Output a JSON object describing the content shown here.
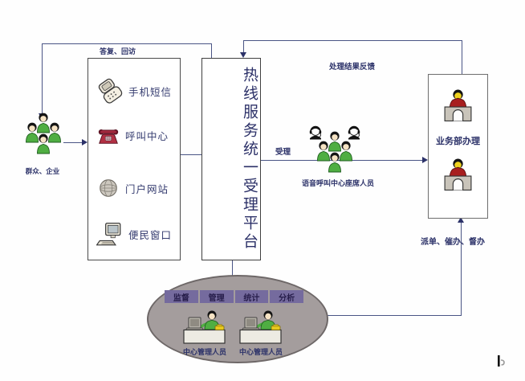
{
  "platform": {
    "title": "热线服务统一受理平台"
  },
  "crowd": {
    "label": "群众、企业"
  },
  "channels": [
    "手机短信",
    "呼叫中心",
    "门户网站",
    "便民窗口"
  ],
  "agents": {
    "label": "语音呼叫中心座席人员"
  },
  "business": {
    "label": "业务部办理"
  },
  "center": {
    "tabs": [
      "监督",
      "管理",
      "统计",
      "分析"
    ],
    "manager1": "中心管理人员",
    "manager2": "中心管理人员"
  },
  "flows": {
    "reply": "答复、回访",
    "feedback": "处理结果反馈",
    "accept": "受理",
    "dispatch": "派单、催办、督办"
  },
  "colors": {
    "line": "#4a5585",
    "text": "#2c3269",
    "green": "#4fae42",
    "purple": "#756b9e",
    "ellipse_gray": "#a49d9d",
    "red": "#a81f1f",
    "yellow": "#efd21f"
  }
}
